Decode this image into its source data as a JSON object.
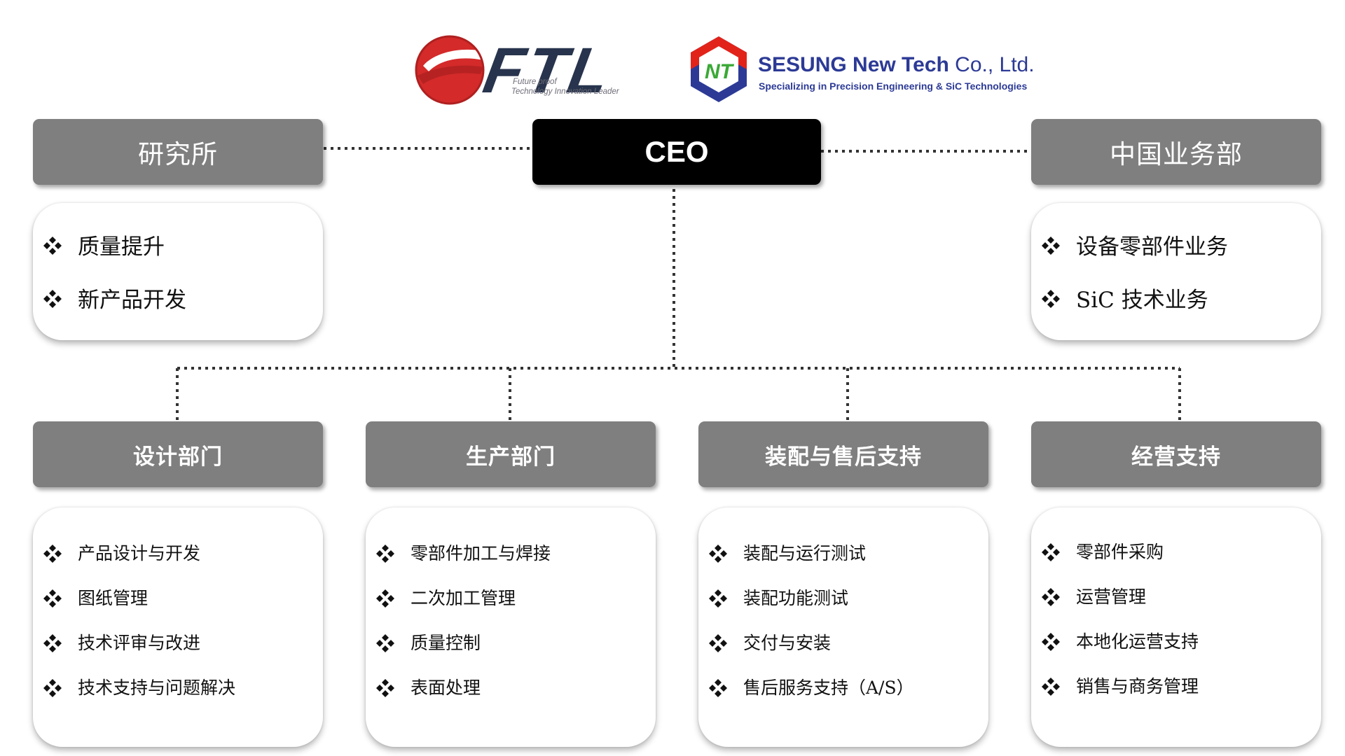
{
  "logos": {
    "ftl": {
      "name": "FTL",
      "tagline_line1": "Future proof",
      "tagline_line2": "Technology Innovation Leader"
    },
    "sesung": {
      "mark": "NT",
      "name_bold": "SESUNG New Tech",
      "name_light": " Co., Ltd.",
      "tagline": "Specializing in Precision Engineering & SiC Technologies"
    }
  },
  "org": {
    "ceo": {
      "label": "CEO"
    },
    "research": {
      "label": "研究所",
      "items": [
        "质量提升",
        "新产品开发"
      ]
    },
    "china": {
      "label": "中国业务部",
      "items": [
        "设备零部件业务",
        "SiC 技术业务"
      ]
    },
    "departments": [
      {
        "label": "设计部门",
        "items": [
          "产品设计与开发",
          "图纸管理",
          "技术评审与改进",
          "技术支持与问题解决"
        ]
      },
      {
        "label": "生产部门",
        "items": [
          "零部件加工与焊接",
          "二次加工管理",
          "质量控制",
          "表面处理"
        ]
      },
      {
        "label": "装配与售后支持",
        "items": [
          "装配与运行测试",
          "装配功能测试",
          "交付与安装",
          "售后服务支持（A/S）"
        ]
      },
      {
        "label": "经营支持",
        "items": [
          "零部件采购",
          "运营管理",
          "本地化运营支持",
          "销售与商务管理"
        ]
      }
    ]
  },
  "icons": {
    "bullet": "diamond-bullet-icon",
    "ftl_mark": "ftl-swoosh-icon",
    "sesung_mark": "sesung-hexagon-icon"
  },
  "colors": {
    "header_gray": "#7f7f7f",
    "ceo_black": "#000000",
    "ftl_red": "#d42a2a",
    "ftl_navy": "#28344d",
    "sesung_blue": "#2c3a96",
    "sesung_red": "#e2231a",
    "sesung_green": "#3aa935"
  }
}
